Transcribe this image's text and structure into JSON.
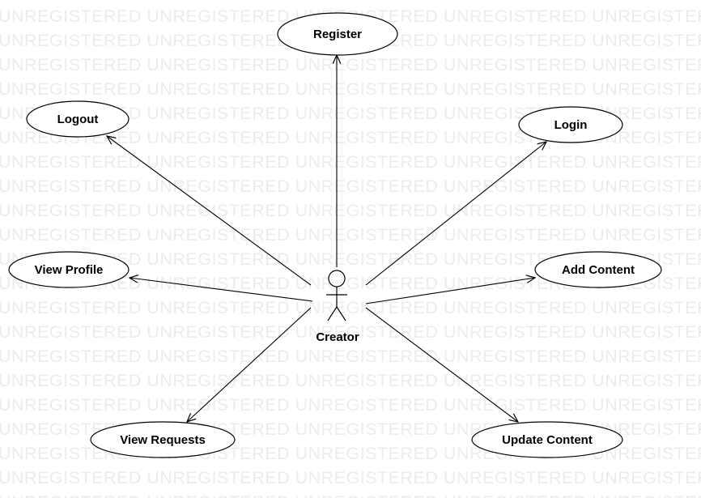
{
  "watermark": "UNREGISTERED",
  "actor": {
    "name": "Creator"
  },
  "use_cases": [
    {
      "id": "register",
      "label": "Register"
    },
    {
      "id": "logout",
      "label": "Logout"
    },
    {
      "id": "login",
      "label": "Login"
    },
    {
      "id": "view-profile",
      "label": "View Profile"
    },
    {
      "id": "add-content",
      "label": "Add Content"
    },
    {
      "id": "view-requests",
      "label": "View Requests"
    },
    {
      "id": "update-content",
      "label": "Update Content"
    }
  ],
  "colors": {
    "line": "#000000",
    "watermark": "#ececec",
    "background": "#ffffff"
  }
}
